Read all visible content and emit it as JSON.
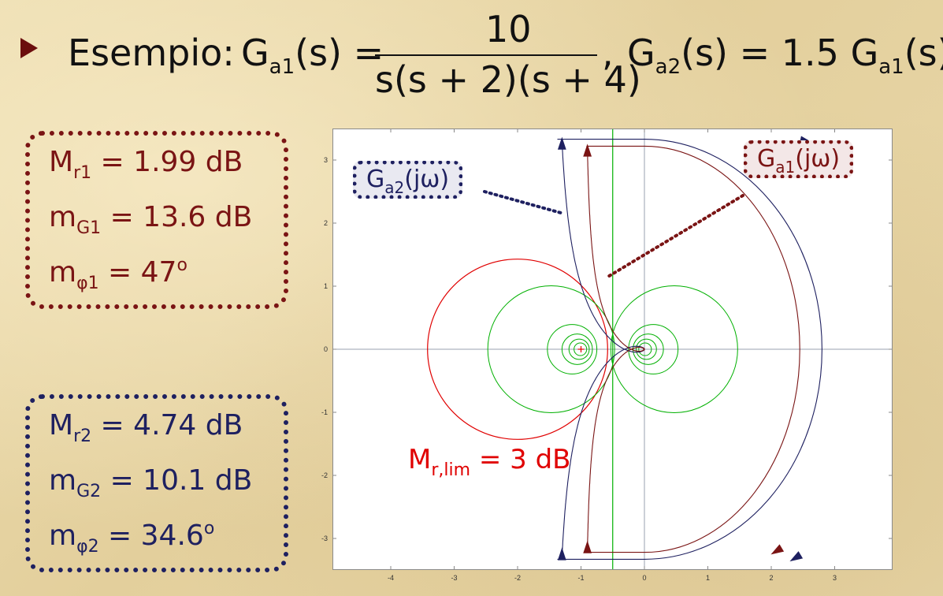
{
  "title": {
    "prefix": "Esempio:",
    "g_a1_lhs": "G",
    "g_a1_sub": "a1",
    "g_a1_arg": "(s) =",
    "numerator": "10",
    "denominator": "s(s + 2)(s + 4)",
    "separator": ",",
    "g_a2_lhs": "G",
    "g_a2_sub": "a2",
    "g_a2_arg": "(s) = 1.5 G",
    "g_a2_rhs_sub": "a1",
    "g_a2_rhs_arg": "(s)"
  },
  "box1": {
    "mr_main": "M",
    "mr_sub": "r1",
    "mr_val": " = 1.99 dB",
    "mg_main": "m",
    "mg_sub": "G1",
    "mg_val": " = 13.6 dB",
    "mp_main": "m",
    "mp_sub": "φ1",
    "mp_val": " = 47",
    "mp_sup": "o"
  },
  "box2": {
    "mr_main": "M",
    "mr_sub": "r2",
    "mr_val": " = 4.74 dB",
    "mg_main": "m",
    "mg_sub": "G2",
    "mg_val": " = 10.1 dB",
    "mp_main": "m",
    "mp_sub": "φ2",
    "mp_val": " = 34.6",
    "mp_sup": "o"
  },
  "labels": {
    "ga2_main": "G",
    "ga2_sub": "a2",
    "ga2_arg": "(jω)",
    "ga1_main": "G",
    "ga1_sub": "a1",
    "ga1_arg": "(jω)",
    "mrlim_main": "M",
    "mrlim_sub": "r,lim",
    "mrlim_val": " = 3 dB"
  },
  "colors": {
    "dark_red": "#7a1414",
    "navy": "#1e2060",
    "green": "#00b000",
    "red": "#e00000"
  },
  "chart_data": {
    "type": "line",
    "xlim": [
      -4.9,
      3.9
    ],
    "ylim": [
      -3.5,
      3.5
    ],
    "x_ticks": [
      "-4",
      "-3",
      "-2",
      "-1",
      "0",
      "1",
      "2",
      "3"
    ],
    "y_ticks": [
      "3",
      "2",
      "1",
      "0",
      "-1",
      "-2",
      "-3"
    ],
    "grid": false,
    "critical_point": [
      -1,
      0
    ],
    "vertical_line_x": -0.5,
    "m_circles": [
      {
        "M_dB": 3,
        "center": [
          -2.0,
          0
        ],
        "radius": 1.42,
        "color": "red"
      },
      {
        "M": "green family",
        "centers_x": [
          -1.47,
          -1.14,
          -1.06,
          -1.03,
          -1.01
        ],
        "radii": [
          1.0,
          0.39,
          0.24,
          0.16,
          0.1
        ],
        "color": "green"
      },
      {
        "M": "green family",
        "centers_x": [
          0.47,
          0.14,
          0.06,
          0.03,
          0.01
        ],
        "radii": [
          1.0,
          0.39,
          0.24,
          0.16,
          0.1
        ],
        "color": "green"
      }
    ],
    "series": [
      {
        "name": "Ga1(jω)",
        "color": "dark_red",
        "K": 10
      },
      {
        "name": "Ga2(jω)",
        "color": "navy",
        "K": 15
      }
    ]
  }
}
